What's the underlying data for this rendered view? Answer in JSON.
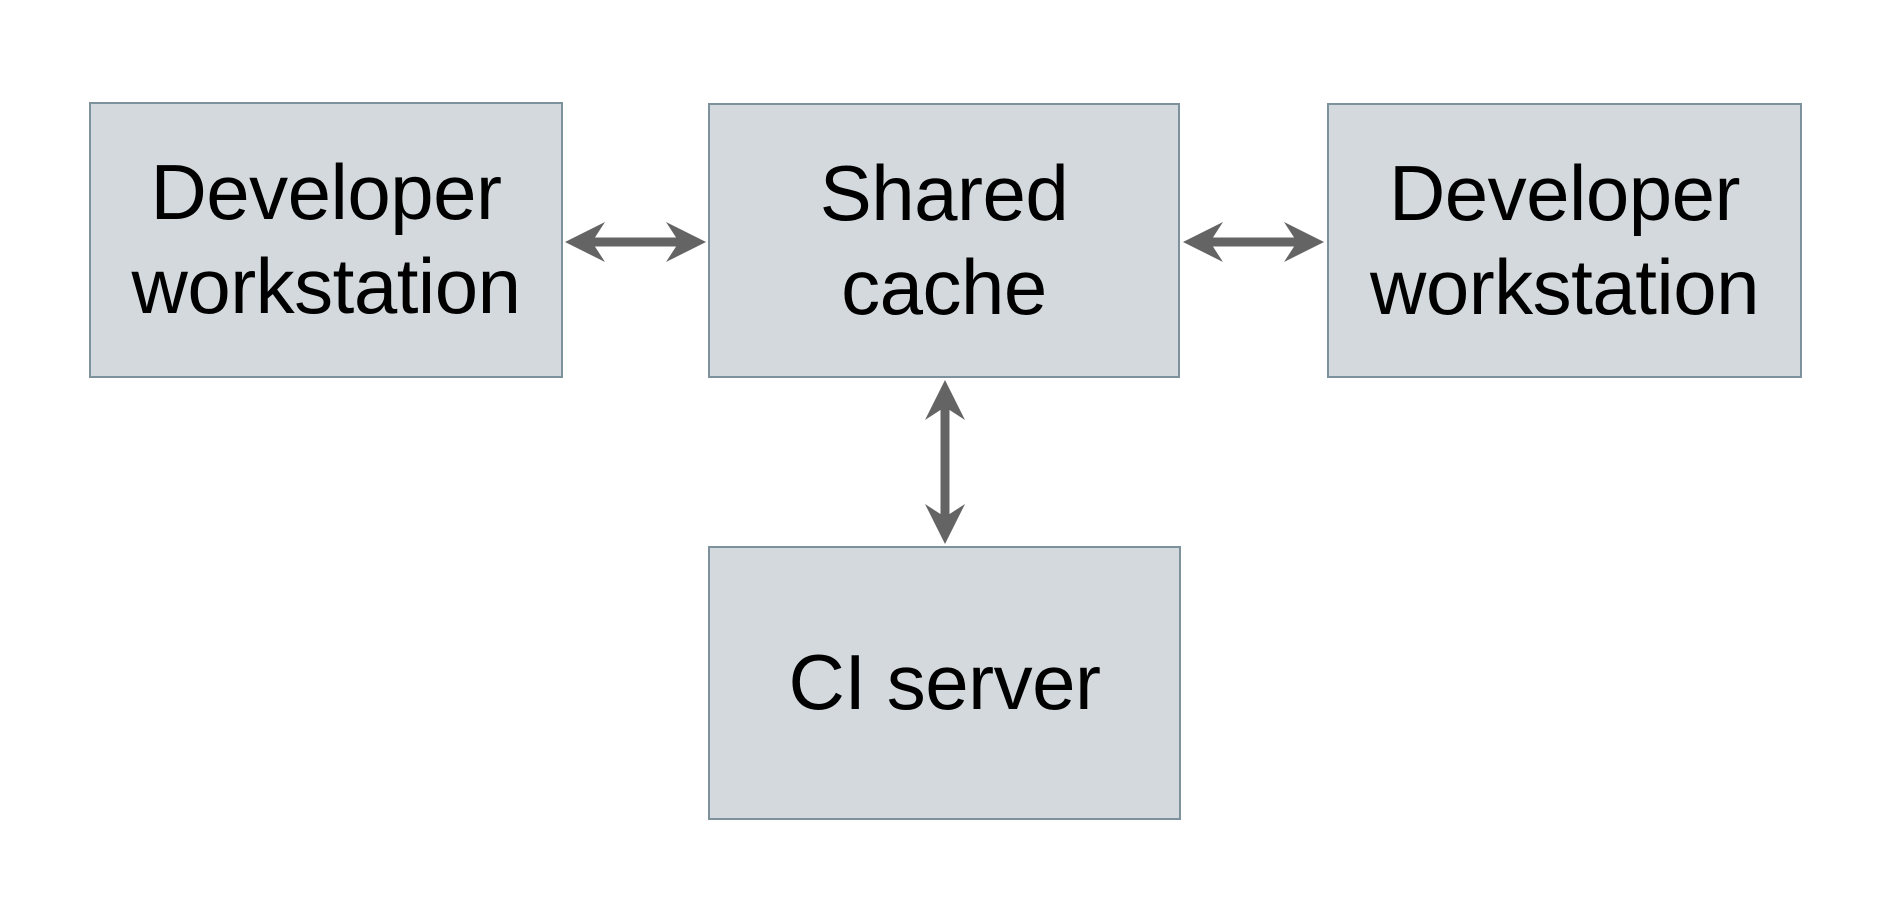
{
  "diagram": {
    "type": "architecture-diagram",
    "nodes": [
      {
        "id": "developer-workstation-left",
        "label": "Developer workstation",
        "lines": [
          "Developer",
          "workstation"
        ]
      },
      {
        "id": "shared-cache",
        "label": "Shared cache",
        "lines": [
          "Shared",
          "cache"
        ]
      },
      {
        "id": "developer-workstation-right",
        "label": "Developer workstation",
        "lines": [
          "Developer",
          "workstation"
        ]
      },
      {
        "id": "ci-server",
        "label": "CI server",
        "lines": [
          "CI server"
        ]
      }
    ],
    "edges": [
      {
        "from": "developer-workstation-left",
        "to": "shared-cache",
        "direction": "bidirectional"
      },
      {
        "from": "shared-cache",
        "to": "developer-workstation-right",
        "direction": "bidirectional"
      },
      {
        "from": "shared-cache",
        "to": "ci-server",
        "direction": "bidirectional"
      }
    ],
    "colors": {
      "background": "#ffffff",
      "node_fill": "#d3d9dc",
      "node_border": "#7e929e",
      "arrow": "#646464",
      "text": "#000000"
    }
  }
}
